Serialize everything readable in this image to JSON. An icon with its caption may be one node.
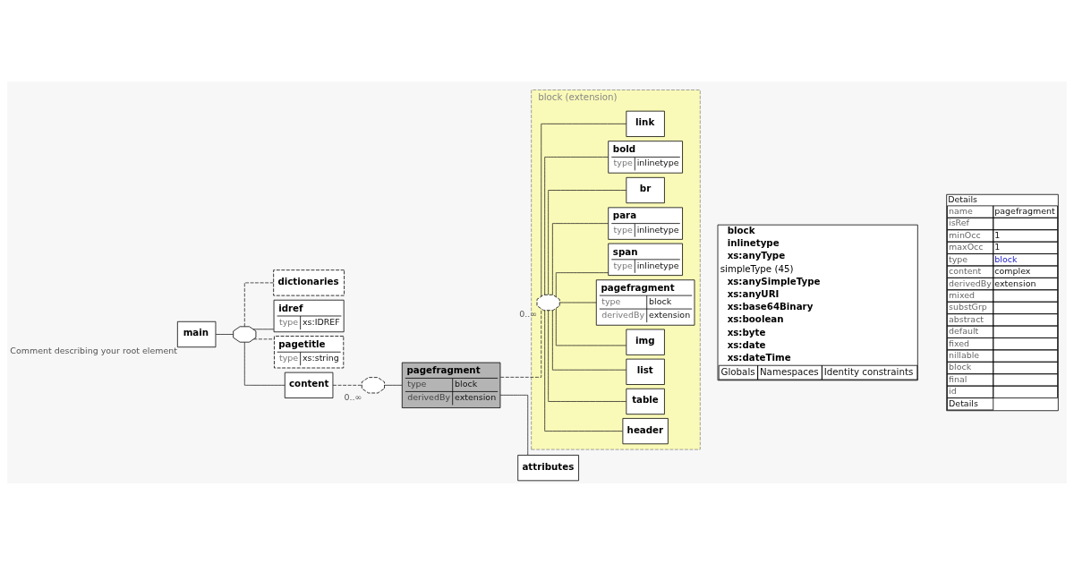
{
  "diagram": {
    "nodes": [
      {
        "text": [
          "main"
        ],
        "beside": [
          "Comment describing your root element"
        ]
      },
      {
        "text": [],
        "shape": "octagon"
      },
      {
        "text": [
          "dictionaries"
        ]
      },
      {
        "text": [
          "idref",
          "type",
          "xs:IDREF"
        ]
      },
      {
        "text": [
          "pagetitle",
          "type",
          "xs:string"
        ]
      },
      {
        "text": [
          "content"
        ]
      },
      {
        "text": [],
        "shape": "octagon",
        "beside": [
          "0..∞"
        ]
      },
      {
        "text": [
          "pagefragment",
          "type",
          "block",
          "derivedBy",
          "extension"
        ]
      },
      {
        "text": [
          "block (extension)"
        ]
      },
      {
        "text": [],
        "shape": "octagon",
        "beside": [
          "0..∞"
        ],
        "in": 8
      },
      {
        "text": [
          "header"
        ],
        "in": 8
      },
      {
        "text": [
          "table"
        ],
        "in": 8
      },
      {
        "text": [
          "list"
        ],
        "in": 8
      },
      {
        "text": [
          "img"
        ],
        "in": 8
      },
      {
        "text": [
          "pagefragment",
          "type",
          "block",
          "derivedBy",
          "extension"
        ],
        "in": 8
      },
      {
        "text": [
          "span",
          "type",
          "inlinetype"
        ],
        "in": 8
      },
      {
        "text": [
          "para",
          "type",
          "inlinetype"
        ],
        "in": 8
      },
      {
        "text": [
          "br"
        ],
        "in": 8
      },
      {
        "text": [
          "bold",
          "type",
          "inlinetype"
        ],
        "in": 8
      },
      {
        "text": [
          "link"
        ],
        "in": 8
      },
      {
        "text": [
          "attributes"
        ]
      }
    ],
    "edges": [
      {
        "from": 0,
        "to": 1,
        "arrow": "none"
      },
      {
        "from": 1,
        "to": 2,
        "arrow": "none",
        "style": "dashed"
      },
      {
        "from": 1,
        "to": 3,
        "arrow": "none"
      },
      {
        "from": 1,
        "to": 4,
        "arrow": "none",
        "style": "dashed"
      },
      {
        "from": 1,
        "to": 5,
        "arrow": "none"
      },
      {
        "from": 5,
        "to": 6,
        "arrow": "none",
        "style": "dashed"
      },
      {
        "from": 6,
        "to": 7,
        "arrow": "none"
      },
      {
        "from": 7,
        "to": 9,
        "arrow": "none",
        "style": "dashed"
      },
      {
        "from": 9,
        "to": 10,
        "arrow": "none"
      },
      {
        "from": 9,
        "to": 11,
        "arrow": "none"
      },
      {
        "from": 9,
        "to": 12,
        "arrow": "none"
      },
      {
        "from": 9,
        "to": 13,
        "arrow": "none"
      },
      {
        "from": 9,
        "to": 14,
        "arrow": "none"
      },
      {
        "from": 9,
        "to": 15,
        "arrow": "none"
      },
      {
        "from": 9,
        "to": 16,
        "arrow": "none"
      },
      {
        "from": 9,
        "to": 17,
        "arrow": "none"
      },
      {
        "from": 9,
        "to": 18,
        "arrow": "none"
      },
      {
        "from": 9,
        "to": 19,
        "arrow": "none"
      },
      {
        "from": 7,
        "to": 20,
        "arrow": "none"
      }
    ],
    "labels": [
      "block",
      "inlinetype",
      "xs:anyType",
      "simpleType (45)",
      "xs:anySimpleType",
      "xs:anyURI",
      "xs:base64Binary",
      "xs:boolean",
      "xs:byte",
      "xs:date",
      "xs:dateTime",
      "Globals",
      "Namespaces",
      "Identity constraints",
      "Details",
      "name",
      "pagefragment",
      "isRef",
      "minOcc",
      "1",
      "maxOcc",
      "1",
      "type",
      "block",
      "content",
      "complex",
      "derivedBy",
      "extension",
      "mixed",
      "substGrp",
      "abstract",
      "default",
      "fixed",
      "nillable",
      "block",
      "final",
      "id",
      "Details"
    ]
  }
}
